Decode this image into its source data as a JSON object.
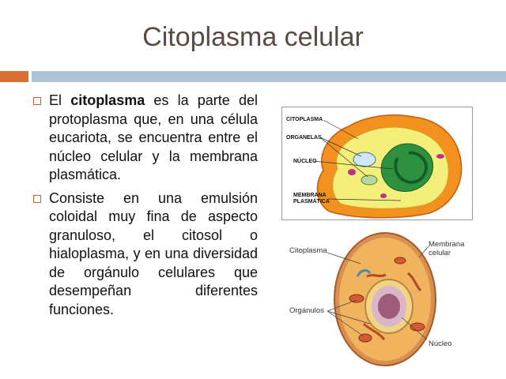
{
  "slide": {
    "title": "Citoplasma celular",
    "bullets": [
      {
        "before": "El ",
        "bold": "citoplasma",
        "after": " es la parte del protoplasma que, en una célula eucariota, se encuentra entre el núcleo celular y la membrana plasmática."
      },
      {
        "text": "Consiste en una emulsión coloidal muy fina de aspecto granuloso, el citosol o hialoplasma, y en una diversidad de orgánulo celulares que desempeñan diferentes funciones."
      }
    ]
  },
  "figure_top": {
    "labels": {
      "citoplasma": "CITOPLASMA",
      "organelas": "ORGANELAS",
      "nucleo": "NÚCLEO",
      "membrana_line1": "MEMBRANA",
      "membrana_line2": "PLASMÁTICA"
    }
  },
  "figure_bottom": {
    "labels": {
      "citoplasma": "Citoplasma",
      "membrana_line1": "Membrana",
      "membrana_line2": "celular",
      "organulos": "Orgánulos",
      "nucleo": "Núcleo"
    }
  },
  "colors": {
    "title": "#5a4a40",
    "accent_orange": "#d96f34",
    "accent_blue": "#aec3d6"
  }
}
